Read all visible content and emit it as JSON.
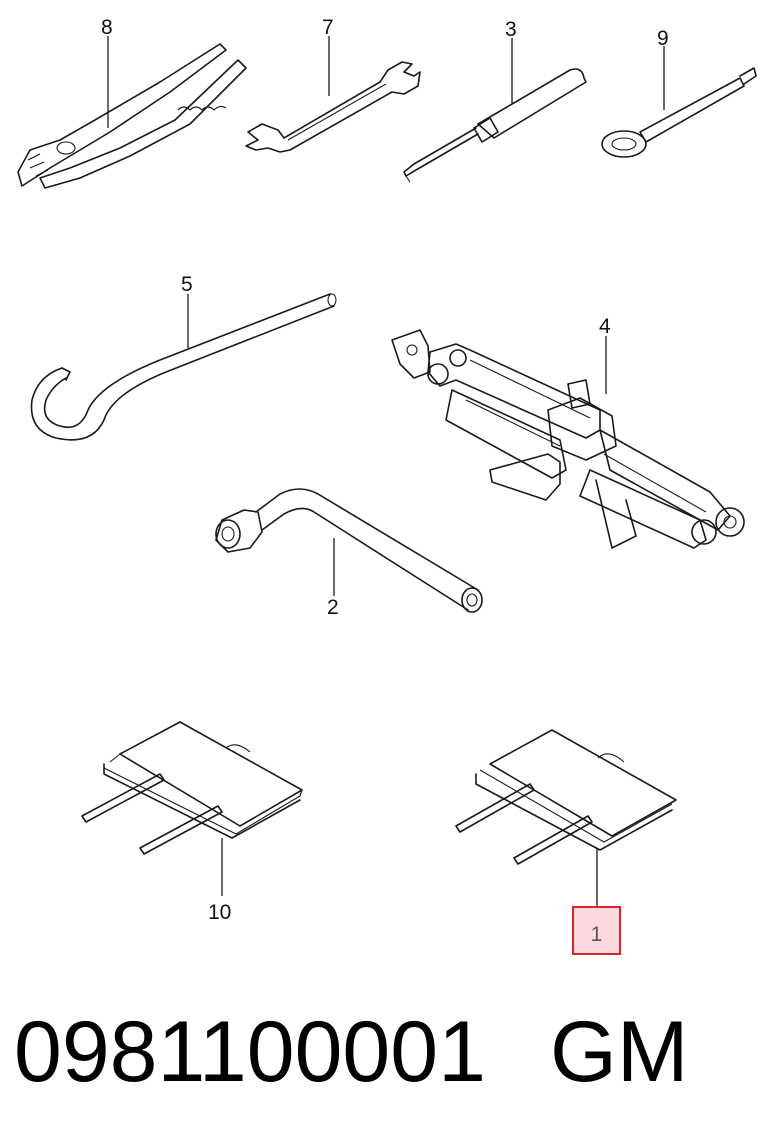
{
  "callouts": {
    "pliers": "8",
    "wrench": "7",
    "screwdriver": "3",
    "jack_handle": "9",
    "hook_rod": "5",
    "jack": "4",
    "wheel_wrench": "2",
    "tool_bag_left": "10",
    "tool_bag_right": "1"
  },
  "selected_callout": "1",
  "footer": {
    "part_number": "0981100001",
    "brand": "GM"
  },
  "colors": {
    "highlight_border": "#d9262c",
    "highlight_fill": "#fbd9df"
  }
}
